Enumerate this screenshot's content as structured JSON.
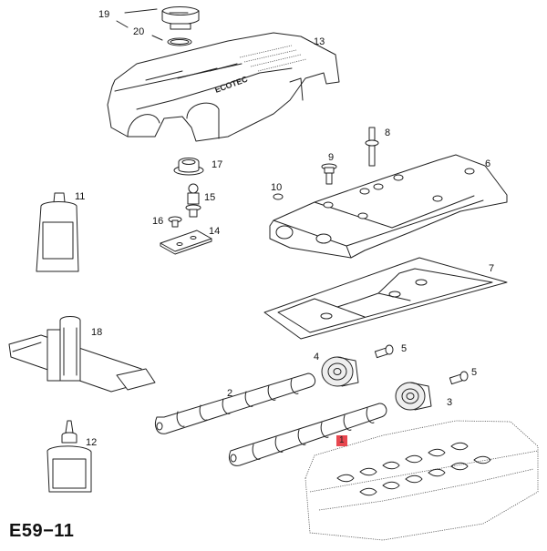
{
  "figure": {
    "id_label": "E59−11",
    "highlight_color": "#e8474f"
  },
  "callouts": {
    "c1": "1",
    "c2": "2",
    "c3": "3",
    "c4": "4",
    "c5a": "5",
    "c5b": "5",
    "c6": "6",
    "c7": "7",
    "c8": "8",
    "c9": "9",
    "c10": "10",
    "c11": "11",
    "c12": "12",
    "c13": "13",
    "c14": "14",
    "c15": "15",
    "c16": "16",
    "c17": "17",
    "c18": "18",
    "c19": "19",
    "c20": "20"
  },
  "parts": [
    {
      "ref": "1",
      "name": "camshaft-exhaust",
      "highlighted": true
    },
    {
      "ref": "2",
      "name": "camshaft-intake"
    },
    {
      "ref": "3",
      "name": "camshaft-sprocket"
    },
    {
      "ref": "4",
      "name": "camshaft-sprocket"
    },
    {
      "ref": "5",
      "name": "sprocket-bolt"
    },
    {
      "ref": "6",
      "name": "camshaft-housing"
    },
    {
      "ref": "7",
      "name": "housing-gasket"
    },
    {
      "ref": "8",
      "name": "stud-bolt"
    },
    {
      "ref": "9",
      "name": "bolt"
    },
    {
      "ref": "10",
      "name": "dowel-sleeve"
    },
    {
      "ref": "11",
      "name": "sealant-tube"
    },
    {
      "ref": "12",
      "name": "lubricant-bottle"
    },
    {
      "ref": "13",
      "name": "engine-cover-ecotec"
    },
    {
      "ref": "14",
      "name": "bracket-plate"
    },
    {
      "ref": "15",
      "name": "ball-stud"
    },
    {
      "ref": "16",
      "name": "bolt"
    },
    {
      "ref": "17",
      "name": "grommet"
    },
    {
      "ref": "18",
      "name": "sealant-cartridge-kit"
    },
    {
      "ref": "19",
      "name": "oil-filler-cap"
    },
    {
      "ref": "20",
      "name": "seal-ring"
    }
  ],
  "cover_text": "ECOTEC"
}
